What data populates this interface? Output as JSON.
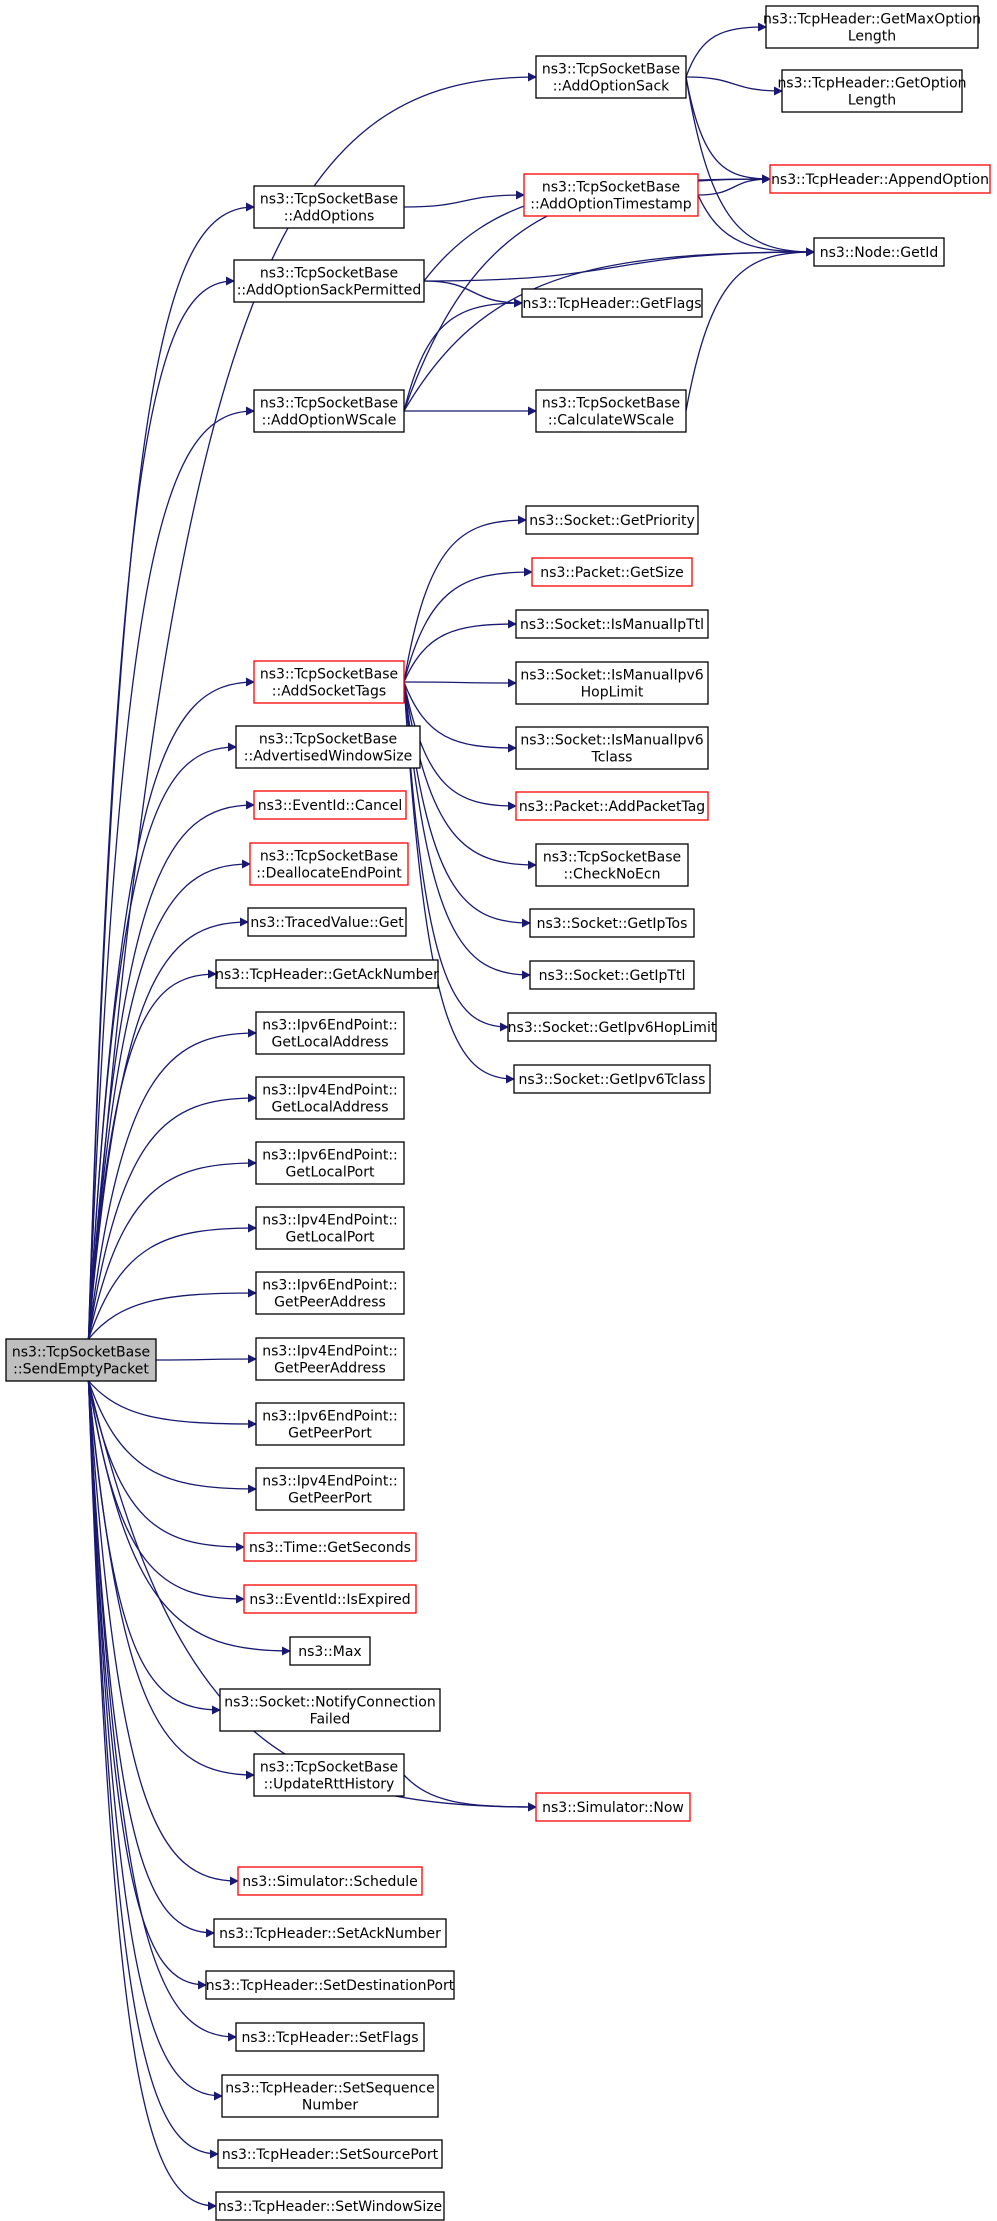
{
  "colors": {
    "edge": "#191970",
    "node_border_black": "#000000",
    "node_border_red": "#ff0000",
    "root_fill": "#bfbfbf",
    "node_fill": "#ffffff"
  },
  "root": "n_root",
  "nodes": [
    {
      "id": "n_root",
      "lines": [
        "ns3::TcpSocketBase",
        "::SendEmptyPacket"
      ],
      "border": "black",
      "root": true
    },
    {
      "id": "n_addoptions",
      "lines": [
        "ns3::TcpSocketBase",
        "::AddOptions"
      ],
      "border": "black"
    },
    {
      "id": "n_addoptsackperm",
      "lines": [
        "ns3::TcpSocketBase",
        "::AddOptionSackPermitted"
      ],
      "border": "black"
    },
    {
      "id": "n_addoptwscale",
      "lines": [
        "ns3::TcpSocketBase",
        "::AddOptionWScale"
      ],
      "border": "black"
    },
    {
      "id": "n_addsockettags",
      "lines": [
        "ns3::TcpSocketBase",
        "::AddSocketTags"
      ],
      "border": "red"
    },
    {
      "id": "n_advwin",
      "lines": [
        "ns3::TcpSocketBase",
        "::AdvertisedWindowSize"
      ],
      "border": "black"
    },
    {
      "id": "n_cancel",
      "lines": [
        "ns3::EventId::Cancel"
      ],
      "border": "red"
    },
    {
      "id": "n_dealloc",
      "lines": [
        "ns3::TcpSocketBase",
        "::DeallocateEndPoint"
      ],
      "border": "red"
    },
    {
      "id": "n_tracedget",
      "lines": [
        "ns3::TracedValue::Get"
      ],
      "border": "black"
    },
    {
      "id": "n_getack",
      "lines": [
        "ns3::TcpHeader::GetAckNumber"
      ],
      "border": "black"
    },
    {
      "id": "n_ip6localaddr",
      "lines": [
        "ns3::Ipv6EndPoint::",
        "GetLocalAddress"
      ],
      "border": "black"
    },
    {
      "id": "n_ip4localaddr",
      "lines": [
        "ns3::Ipv4EndPoint::",
        "GetLocalAddress"
      ],
      "border": "black"
    },
    {
      "id": "n_ip6localport",
      "lines": [
        "ns3::Ipv6EndPoint::",
        "GetLocalPort"
      ],
      "border": "black"
    },
    {
      "id": "n_ip4localport",
      "lines": [
        "ns3::Ipv4EndPoint::",
        "GetLocalPort"
      ],
      "border": "black"
    },
    {
      "id": "n_ip6peeraddr",
      "lines": [
        "ns3::Ipv6EndPoint::",
        "GetPeerAddress"
      ],
      "border": "black"
    },
    {
      "id": "n_ip4peeraddr",
      "lines": [
        "ns3::Ipv4EndPoint::",
        "GetPeerAddress"
      ],
      "border": "black"
    },
    {
      "id": "n_ip6peerport",
      "lines": [
        "ns3::Ipv6EndPoint::",
        "GetPeerPort"
      ],
      "border": "black"
    },
    {
      "id": "n_ip4peerport",
      "lines": [
        "ns3::Ipv4EndPoint::",
        "GetPeerPort"
      ],
      "border": "black"
    },
    {
      "id": "n_getseconds",
      "lines": [
        "ns3::Time::GetSeconds"
      ],
      "border": "red"
    },
    {
      "id": "n_isexpired",
      "lines": [
        "ns3::EventId::IsExpired"
      ],
      "border": "red"
    },
    {
      "id": "n_max",
      "lines": [
        "ns3::Max"
      ],
      "border": "black"
    },
    {
      "id": "n_notifyfail",
      "lines": [
        "ns3::Socket::NotifyConnection",
        "Failed"
      ],
      "border": "black"
    },
    {
      "id": "n_updatertt",
      "lines": [
        "ns3::TcpSocketBase",
        "::UpdateRttHistory"
      ],
      "border": "black"
    },
    {
      "id": "n_schedule",
      "lines": [
        "ns3::Simulator::Schedule"
      ],
      "border": "red"
    },
    {
      "id": "n_setack",
      "lines": [
        "ns3::TcpHeader::SetAckNumber"
      ],
      "border": "black"
    },
    {
      "id": "n_setdestport",
      "lines": [
        "ns3::TcpHeader::SetDestinationPort"
      ],
      "border": "black"
    },
    {
      "id": "n_setflags",
      "lines": [
        "ns3::TcpHeader::SetFlags"
      ],
      "border": "black"
    },
    {
      "id": "n_setseq",
      "lines": [
        "ns3::TcpHeader::SetSequence",
        "Number"
      ],
      "border": "black"
    },
    {
      "id": "n_setsrcport",
      "lines": [
        "ns3::TcpHeader::SetSourcePort"
      ],
      "border": "black"
    },
    {
      "id": "n_setwin",
      "lines": [
        "ns3::TcpHeader::SetWindowSize"
      ],
      "border": "black"
    },
    {
      "id": "n_addoptsack",
      "lines": [
        "ns3::TcpSocketBase",
        "::AddOptionSack"
      ],
      "border": "black"
    },
    {
      "id": "n_addoptts",
      "lines": [
        "ns3::TcpSocketBase",
        "::AddOptionTimestamp"
      ],
      "border": "red"
    },
    {
      "id": "n_getflags",
      "lines": [
        "ns3::TcpHeader::GetFlags"
      ],
      "border": "black"
    },
    {
      "id": "n_calcwscale",
      "lines": [
        "ns3::TcpSocketBase",
        "::CalculateWScale"
      ],
      "border": "black"
    },
    {
      "id": "n_getpriority",
      "lines": [
        "ns3::Socket::GetPriority"
      ],
      "border": "black"
    },
    {
      "id": "n_getsize",
      "lines": [
        "ns3::Packet::GetSize"
      ],
      "border": "red"
    },
    {
      "id": "n_ismanualipttl",
      "lines": [
        "ns3::Socket::IsManualIpTtl"
      ],
      "border": "black"
    },
    {
      "id": "n_ismanual6hop",
      "lines": [
        "ns3::Socket::IsManualIpv6",
        "HopLimit"
      ],
      "border": "black"
    },
    {
      "id": "n_ismanual6tclass",
      "lines": [
        "ns3::Socket::IsManualIpv6",
        "Tclass"
      ],
      "border": "black"
    },
    {
      "id": "n_addpackettag",
      "lines": [
        "ns3::Packet::AddPacketTag"
      ],
      "border": "red"
    },
    {
      "id": "n_checknoecn",
      "lines": [
        "ns3::TcpSocketBase",
        "::CheckNoEcn"
      ],
      "border": "black"
    },
    {
      "id": "n_getiptos",
      "lines": [
        "ns3::Socket::GetIpTos"
      ],
      "border": "black"
    },
    {
      "id": "n_getipttl",
      "lines": [
        "ns3::Socket::GetIpTtl"
      ],
      "border": "black"
    },
    {
      "id": "n_getip6hop",
      "lines": [
        "ns3::Socket::GetIpv6HopLimit"
      ],
      "border": "black"
    },
    {
      "id": "n_getip6tclass",
      "lines": [
        "ns3::Socket::GetIpv6Tclass"
      ],
      "border": "black"
    },
    {
      "id": "n_getmaxoptlen",
      "lines": [
        "ns3::TcpHeader::GetMaxOption",
        "Length"
      ],
      "border": "black"
    },
    {
      "id": "n_getoptlen",
      "lines": [
        "ns3::TcpHeader::GetOption",
        "Length"
      ],
      "border": "black"
    },
    {
      "id": "n_appendopt",
      "lines": [
        "ns3::TcpHeader::AppendOption"
      ],
      "border": "red"
    },
    {
      "id": "n_getid",
      "lines": [
        "ns3::Node::GetId"
      ],
      "border": "black"
    },
    {
      "id": "n_simnow",
      "lines": [
        "ns3::Simulator::Now"
      ],
      "border": "red"
    }
  ],
  "edges": [
    [
      "n_root",
      "n_addoptsack"
    ],
    [
      "n_root",
      "n_addoptions"
    ],
    [
      "n_root",
      "n_addoptsackperm"
    ],
    [
      "n_root",
      "n_addoptwscale"
    ],
    [
      "n_root",
      "n_addsockettags"
    ],
    [
      "n_root",
      "n_advwin"
    ],
    [
      "n_root",
      "n_cancel"
    ],
    [
      "n_root",
      "n_dealloc"
    ],
    [
      "n_root",
      "n_tracedget"
    ],
    [
      "n_root",
      "n_getack"
    ],
    [
      "n_root",
      "n_ip6localaddr"
    ],
    [
      "n_root",
      "n_ip4localaddr"
    ],
    [
      "n_root",
      "n_ip6localport"
    ],
    [
      "n_root",
      "n_ip4localport"
    ],
    [
      "n_root",
      "n_ip6peeraddr"
    ],
    [
      "n_root",
      "n_ip4peeraddr"
    ],
    [
      "n_root",
      "n_ip6peerport"
    ],
    [
      "n_root",
      "n_ip4peerport"
    ],
    [
      "n_root",
      "n_getseconds"
    ],
    [
      "n_root",
      "n_isexpired"
    ],
    [
      "n_root",
      "n_max"
    ],
    [
      "n_root",
      "n_notifyfail"
    ],
    [
      "n_root",
      "n_updatertt"
    ],
    [
      "n_root",
      "n_simnow"
    ],
    [
      "n_root",
      "n_schedule"
    ],
    [
      "n_root",
      "n_setack"
    ],
    [
      "n_root",
      "n_setdestport"
    ],
    [
      "n_root",
      "n_setflags"
    ],
    [
      "n_root",
      "n_setseq"
    ],
    [
      "n_root",
      "n_setsrcport"
    ],
    [
      "n_root",
      "n_setwin"
    ],
    [
      "n_addoptsack",
      "n_getmaxoptlen"
    ],
    [
      "n_addoptsack",
      "n_getoptlen"
    ],
    [
      "n_addoptsack",
      "n_appendopt"
    ],
    [
      "n_addoptsack",
      "n_getid"
    ],
    [
      "n_addoptions",
      "n_addoptts"
    ],
    [
      "n_addoptts",
      "n_appendopt"
    ],
    [
      "n_addoptts",
      "n_getid"
    ],
    [
      "n_addoptsackperm",
      "n_appendopt"
    ],
    [
      "n_addoptsackperm",
      "n_getflags"
    ],
    [
      "n_addoptsackperm",
      "n_getid"
    ],
    [
      "n_addoptwscale",
      "n_appendopt"
    ],
    [
      "n_addoptwscale",
      "n_getflags"
    ],
    [
      "n_addoptwscale",
      "n_calcwscale"
    ],
    [
      "n_addoptwscale",
      "n_getid"
    ],
    [
      "n_calcwscale",
      "n_getid"
    ],
    [
      "n_addsockettags",
      "n_getpriority"
    ],
    [
      "n_addsockettags",
      "n_getsize"
    ],
    [
      "n_addsockettags",
      "n_ismanualipttl"
    ],
    [
      "n_addsockettags",
      "n_ismanual6hop"
    ],
    [
      "n_addsockettags",
      "n_ismanual6tclass"
    ],
    [
      "n_addsockettags",
      "n_addpackettag"
    ],
    [
      "n_addsockettags",
      "n_checknoecn"
    ],
    [
      "n_addsockettags",
      "n_getiptos"
    ],
    [
      "n_addsockettags",
      "n_getipttl"
    ],
    [
      "n_addsockettags",
      "n_getip6hop"
    ],
    [
      "n_addsockettags",
      "n_getip6tclass"
    ],
    [
      "n_updatertt",
      "n_simnow"
    ]
  ]
}
